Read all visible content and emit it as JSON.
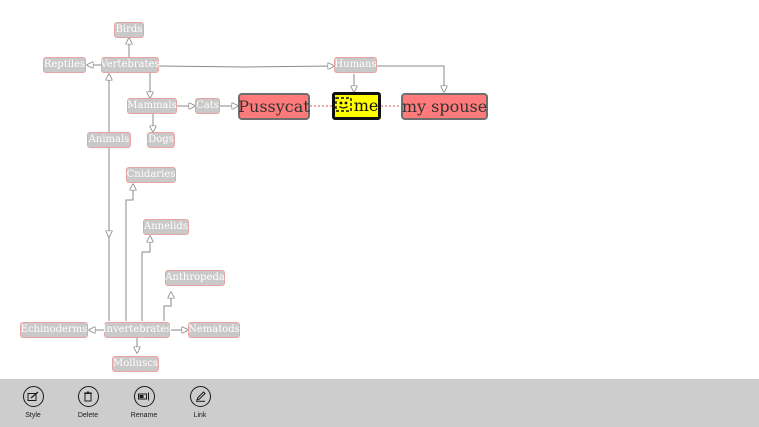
{
  "diagram": {
    "nodes": {
      "birds": "Birds",
      "reptiles": "Reptiles",
      "vertebrates": "Vertebrates",
      "humans": "Humans",
      "mammals": "Mammals",
      "cats": "Cats",
      "dogs": "Dogs",
      "animals": "Animals",
      "pussycat": "Pussycat",
      "me": "me",
      "my_spouse": "my spouse",
      "cnidaries": "Cnidaries",
      "annelids": "Annelids",
      "anthropeda": "Anthropeda",
      "echinoderms": "Echinoderms",
      "invertebrates": "Invertebrates",
      "nematods": "Nematods",
      "molluscs": "Molluscs"
    }
  },
  "appbar": {
    "style_label": "Style",
    "delete_label": "Delete",
    "rename_label": "Rename",
    "link_label": "Link"
  },
  "colors": {
    "node_fill": "#c9c9c9",
    "node_border": "#e9a3a3",
    "highlight_fill": "#ff7b7b",
    "selected_fill": "#ffff00",
    "appbar_bg": "#cdcdcd"
  }
}
